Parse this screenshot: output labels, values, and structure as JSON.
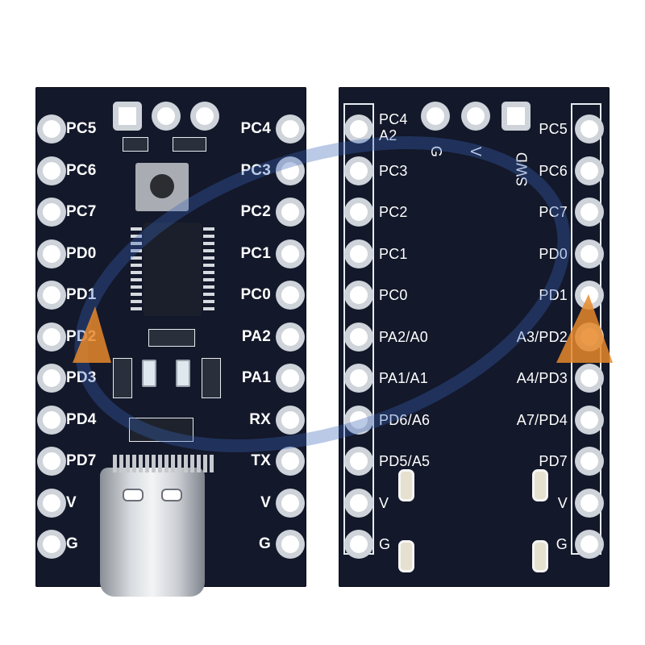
{
  "front": {
    "left_labels": [
      "PC5",
      "PC6",
      "PC7",
      "PD0",
      "PD1",
      "PD2",
      "PD3",
      "PD4",
      "PD7",
      "V",
      "G"
    ],
    "right_labels": [
      "PC4",
      "PC3",
      "PC2",
      "PC1",
      "PC0",
      "PA2",
      "PA1",
      "RX",
      "TX",
      "V",
      "G"
    ]
  },
  "back": {
    "left_labels": [
      "PC4\nA2",
      "PC3",
      "PC2",
      "PC1",
      "PC0",
      "PA2/A0",
      "PA1/A1",
      "PD6/A6",
      "PD5/A5",
      "V",
      "G"
    ],
    "right_labels": [
      "PC5",
      "PC6",
      "PC7",
      "PD0",
      "PD1",
      "A3/PD2",
      "A4/PD3",
      "A7/PD4",
      "PD7",
      "V",
      "G"
    ],
    "top_labels": [
      "G",
      "V",
      "SWD"
    ]
  },
  "colors": {
    "pcb": "#13182a",
    "silkscreen": "#ffffff",
    "pad": "#ffffff",
    "watermark_blue": "#3a63b8",
    "watermark_orange": "#e8882a"
  }
}
